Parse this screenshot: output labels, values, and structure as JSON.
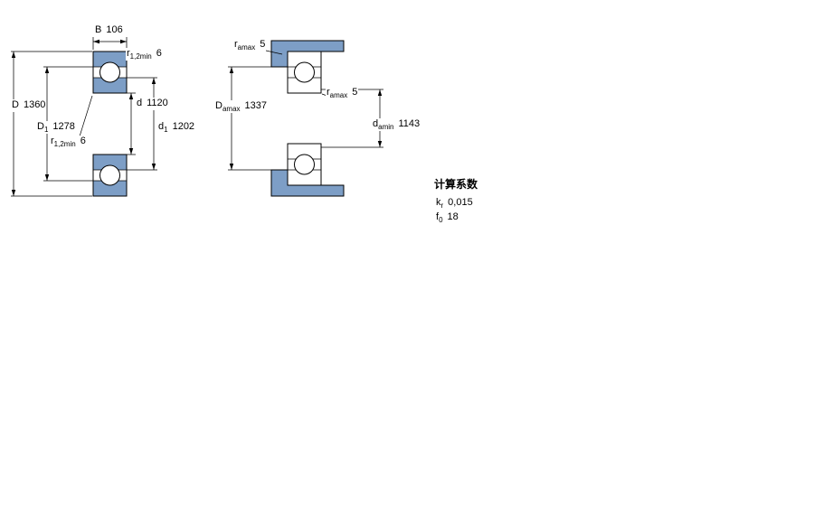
{
  "colors": {
    "steel_blue": "#7D9EC6",
    "outline": "#000000"
  },
  "figure_left": {
    "description": "bearing-cross-section-dimensions",
    "dims": {
      "B": {
        "base": "B",
        "sub": "",
        "value": "106"
      },
      "r12_top": {
        "base": "r",
        "sub": "1,2min",
        "value": "6"
      },
      "D": {
        "base": "D",
        "sub": "",
        "value": "1360"
      },
      "D1": {
        "base": "D",
        "sub": "1",
        "value": "1278"
      },
      "d": {
        "base": "d",
        "sub": "",
        "value": "1120"
      },
      "d1": {
        "base": "d",
        "sub": "1",
        "value": "1202"
      },
      "r12_bottom": {
        "base": "r",
        "sub": "1,2min",
        "value": "6"
      }
    }
  },
  "figure_right": {
    "description": "abutment-and-fillet-dimensions",
    "dims": {
      "ra_top": {
        "base": "r",
        "sub": "amax",
        "value": "5"
      },
      "Da": {
        "base": "D",
        "sub": "amax",
        "value": "1337"
      },
      "ra_mid": {
        "base": "r",
        "sub": "amax",
        "value": "5"
      },
      "da": {
        "base": "d",
        "sub": "amin",
        "value": "1143"
      }
    }
  },
  "calculation_factors": {
    "title": "计算系数",
    "rows": [
      {
        "base": "k",
        "sub": "r",
        "value": "0,015"
      },
      {
        "base": "f",
        "sub": "0",
        "value": "18"
      }
    ]
  }
}
